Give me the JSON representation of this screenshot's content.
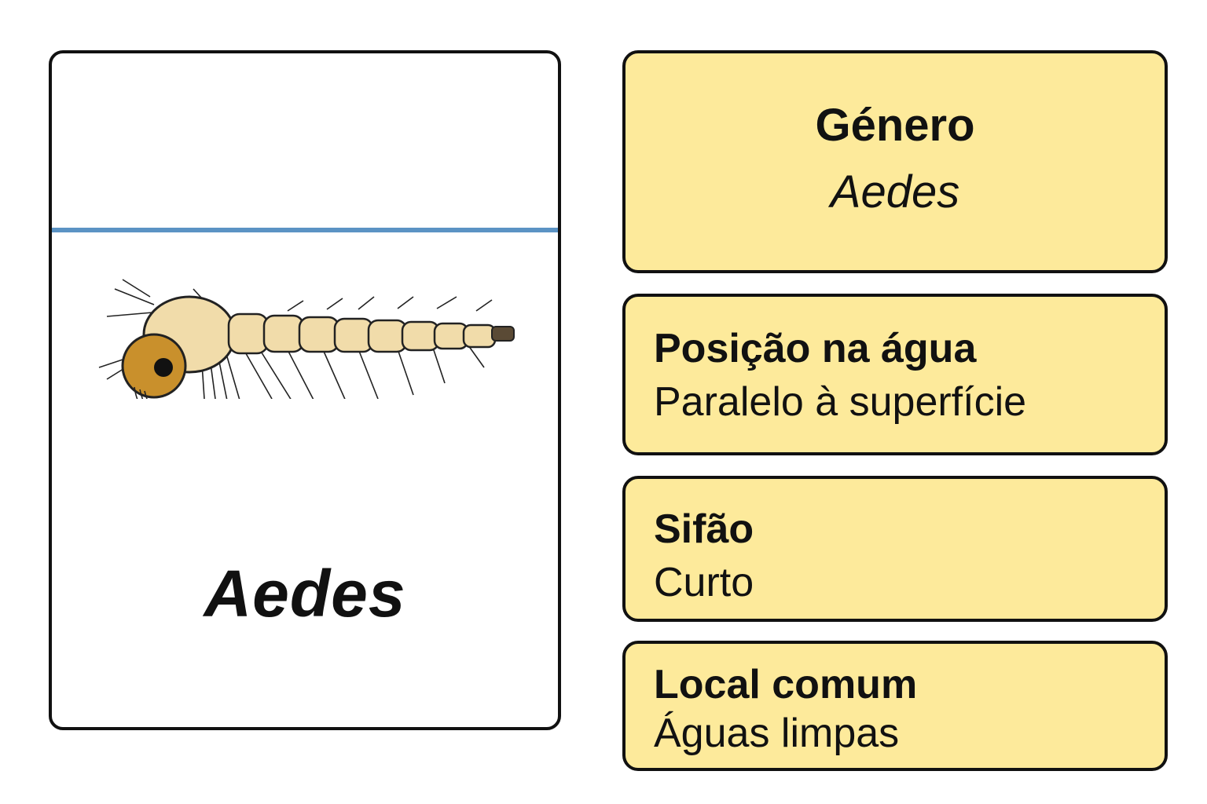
{
  "specimen_card": {
    "genus_caption": "Aedes",
    "illustration_icon": "mosquito-larva-icon"
  },
  "info": {
    "genus": {
      "title": "Género",
      "value": "Aedes"
    },
    "position": {
      "title": "Posição na água",
      "value": "Paralelo à superfície"
    },
    "siphon": {
      "title": "Sifão",
      "value": "Curto"
    },
    "habitat": {
      "title": "Local comum",
      "value": "Águas limpas"
    }
  },
  "colors": {
    "panel_fill": "#fdea9b",
    "water_line": "#5b93c4",
    "larva_body": "#f1dcaa",
    "larva_head": "#c9902c"
  }
}
